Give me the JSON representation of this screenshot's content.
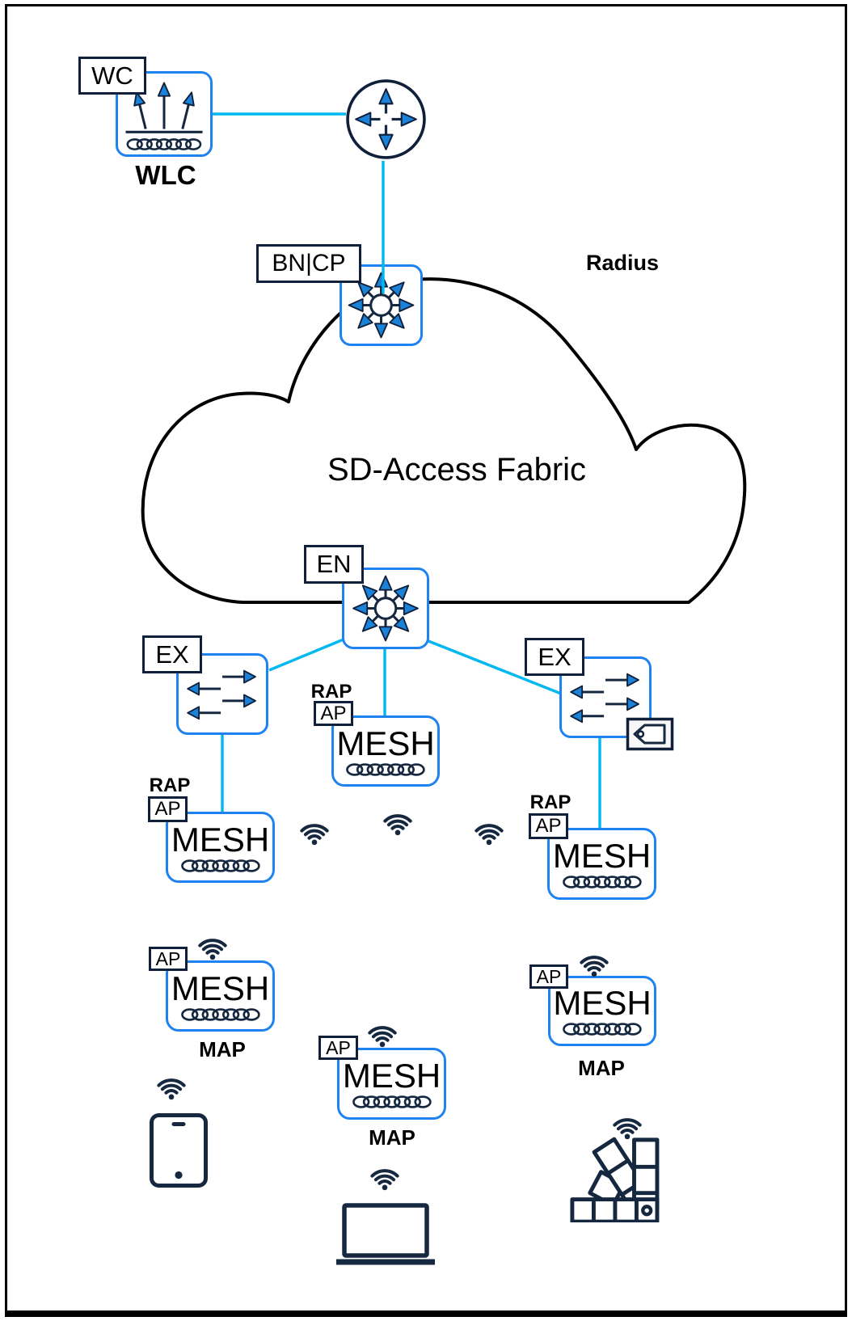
{
  "colors": {
    "connector": "#00b8f0",
    "device_border": "#1e82f0",
    "icon_navy": "#152840",
    "arrow_blue": "#1b82d9",
    "cloud_stroke": "#000000",
    "label_border": "#10203a"
  },
  "cloud": {
    "label": "SD-Access Fabric"
  },
  "radius_label": "Radius",
  "wlc": {
    "badge": "WC",
    "caption": "WLC"
  },
  "fabric_nodes": {
    "border_control_badge": "BN|CP",
    "edge_badge": "EN",
    "extended_badge": "EX"
  },
  "mesh": {
    "root_badge": "RAP",
    "ap_badge": "AP",
    "device_label": "MESH",
    "map_caption": "MAP"
  }
}
